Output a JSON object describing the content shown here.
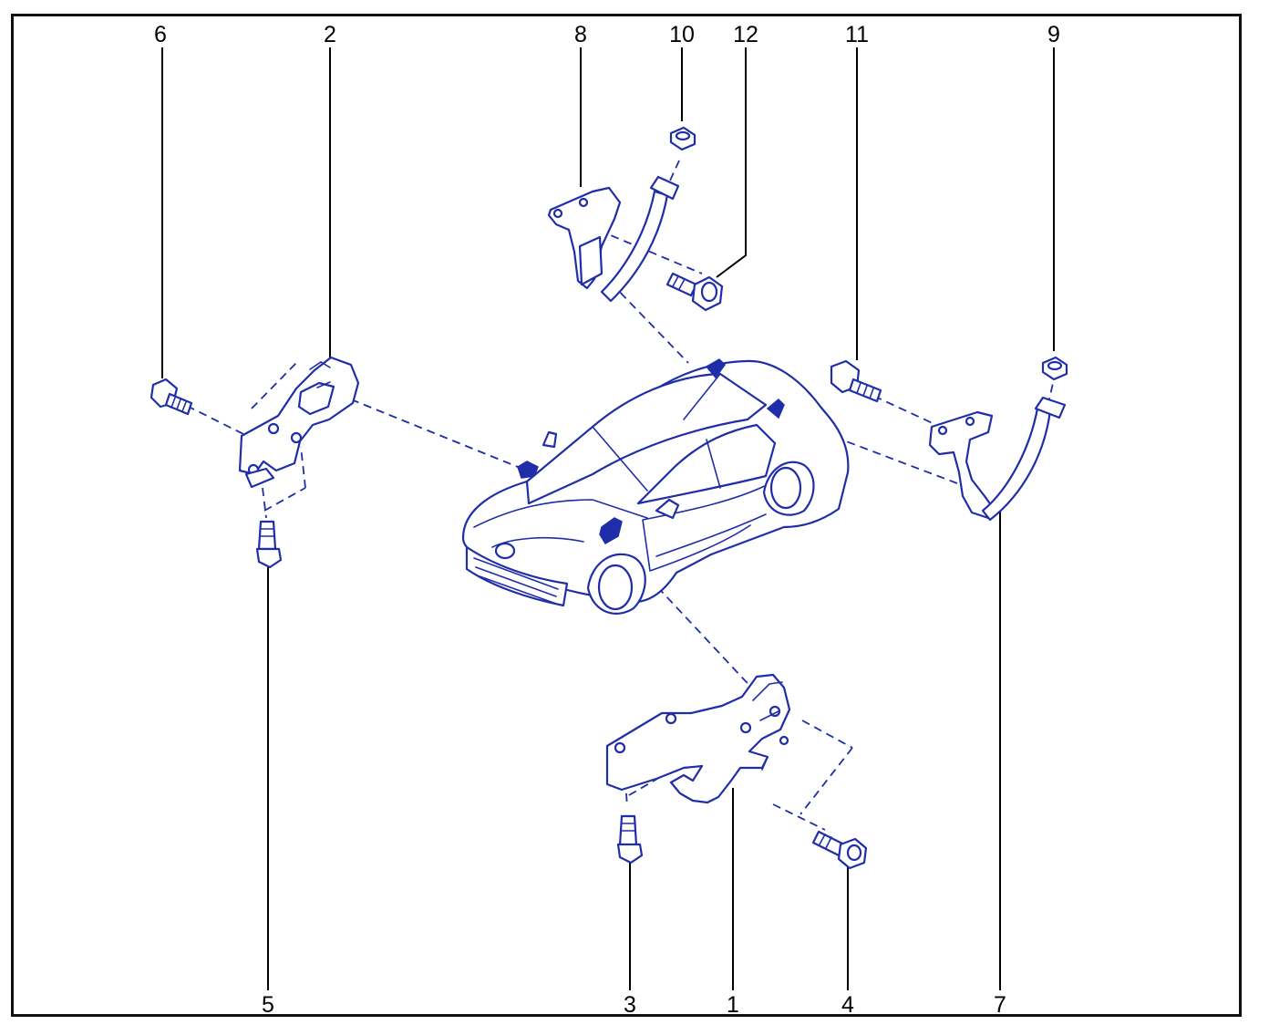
{
  "diagram": {
    "callouts": [
      {
        "id": "6",
        "label": "6"
      },
      {
        "id": "2",
        "label": "2"
      },
      {
        "id": "8",
        "label": "8"
      },
      {
        "id": "10",
        "label": "10"
      },
      {
        "id": "12",
        "label": "12"
      },
      {
        "id": "11",
        "label": "11"
      },
      {
        "id": "9",
        "label": "9"
      },
      {
        "id": "5",
        "label": "5"
      },
      {
        "id": "3",
        "label": "3"
      },
      {
        "id": "1",
        "label": "1"
      },
      {
        "id": "4",
        "label": "4"
      },
      {
        "id": "7",
        "label": "7"
      }
    ],
    "colors": {
      "line_art": "#1f2ea8",
      "leaders": "#000000",
      "frame": "#111111"
    },
    "parts": [
      "hood-hinge-left",
      "hood-hinge-right",
      "tailgate-hinge-left",
      "tailgate-hinge-right",
      "bolts",
      "nuts",
      "car-body"
    ]
  }
}
